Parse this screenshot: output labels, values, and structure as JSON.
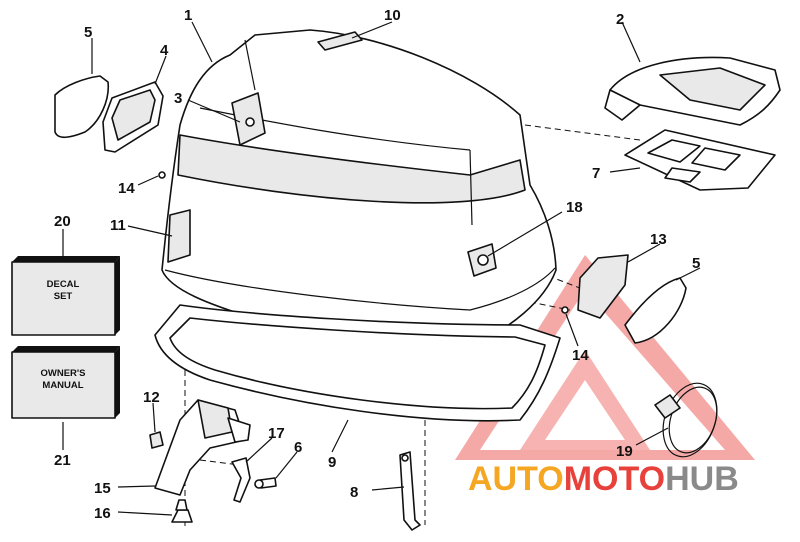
{
  "callouts": [
    {
      "id": "c1",
      "label": "1"
    },
    {
      "id": "c2",
      "label": "2"
    },
    {
      "id": "c3",
      "label": "3"
    },
    {
      "id": "c4",
      "label": "4"
    },
    {
      "id": "c5a",
      "label": "5"
    },
    {
      "id": "c5b",
      "label": "5"
    },
    {
      "id": "c6",
      "label": "6"
    },
    {
      "id": "c7",
      "label": "7"
    },
    {
      "id": "c8",
      "label": "8"
    },
    {
      "id": "c9",
      "label": "9"
    },
    {
      "id": "c10",
      "label": "10"
    },
    {
      "id": "c11",
      "label": "11"
    },
    {
      "id": "c12",
      "label": "12"
    },
    {
      "id": "c13",
      "label": "13"
    },
    {
      "id": "c14a",
      "label": "14"
    },
    {
      "id": "c14b",
      "label": "14"
    },
    {
      "id": "c15",
      "label": "15"
    },
    {
      "id": "c16",
      "label": "16"
    },
    {
      "id": "c17",
      "label": "17"
    },
    {
      "id": "c18",
      "label": "18"
    },
    {
      "id": "c19",
      "label": "19"
    },
    {
      "id": "c20",
      "label": "20"
    },
    {
      "id": "c21",
      "label": "21"
    }
  ],
  "boxes": {
    "decal": {
      "line1": "DECAL",
      "line2": "SET"
    },
    "manual": {
      "line1": "OWNER'S",
      "line2": "MANUAL"
    }
  },
  "watermark": {
    "part1": "AUTO",
    "part2": "MOTO",
    "part3": "HUB",
    "color_orange": "#f5a623",
    "color_red": "#e8413c",
    "color_gray": "#8a8a8a"
  }
}
